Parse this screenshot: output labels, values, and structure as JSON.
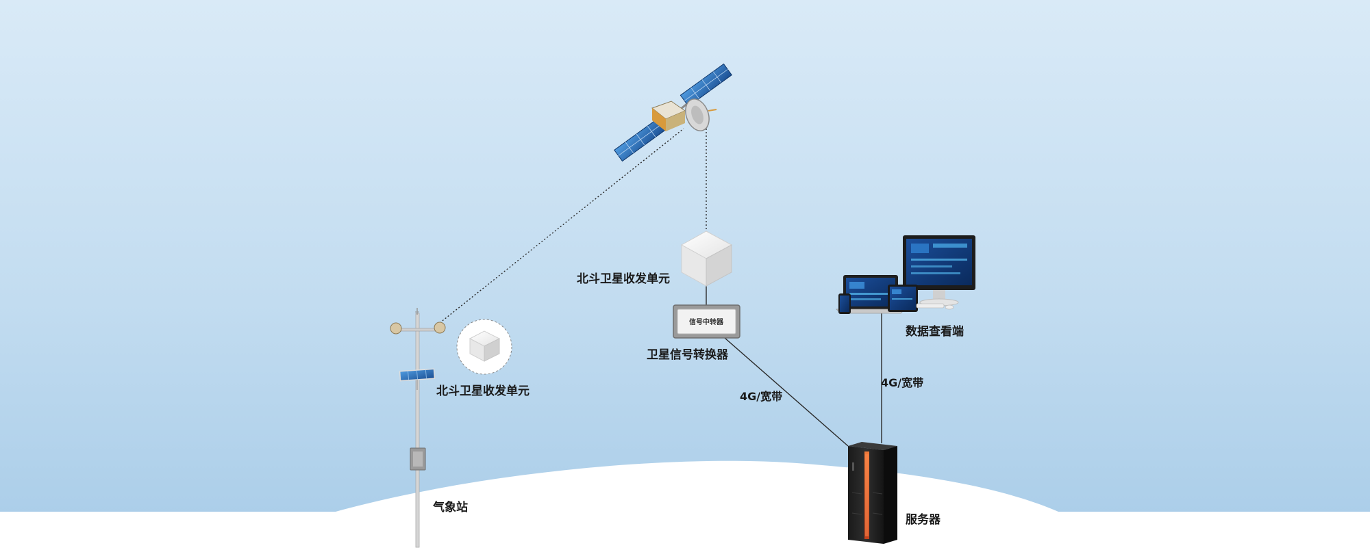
{
  "diagram": {
    "nodes": {
      "satellite": {
        "icon": "satellite-icon"
      },
      "beidou_unit_center": {
        "label": "北斗卫星收发单元",
        "icon": "cube-icon"
      },
      "signal_converter": {
        "label": "卫星信号转换器",
        "device_text": "信号中转器"
      },
      "weather_station": {
        "label": "气象站",
        "icon": "weather-station-icon"
      },
      "beidou_unit_station": {
        "label": "北斗卫星收发单元",
        "icon": "cube-icon"
      },
      "server": {
        "label": "服务器",
        "icon": "server-rack-icon"
      },
      "data_terminal": {
        "label": "数据查看端",
        "icon": "devices-icon"
      }
    },
    "links": [
      {
        "from": "weather_station",
        "to": "satellite",
        "style": "dotted"
      },
      {
        "from": "satellite",
        "to": "beidou_unit_center",
        "style": "dotted"
      },
      {
        "from": "beidou_unit_center",
        "to": "signal_converter",
        "style": "solid"
      },
      {
        "from": "signal_converter",
        "to": "server",
        "style": "solid",
        "label": "4G/宽带"
      },
      {
        "from": "data_terminal",
        "to": "server",
        "style": "solid",
        "label": "4G/宽带"
      }
    ],
    "colors": {
      "sky_top": "#dcebf7",
      "sky_bottom": "#a9cde9",
      "ground": "#ffffff",
      "server_accent": "#e0582a",
      "solar_panel": "#1f5fa8"
    }
  }
}
